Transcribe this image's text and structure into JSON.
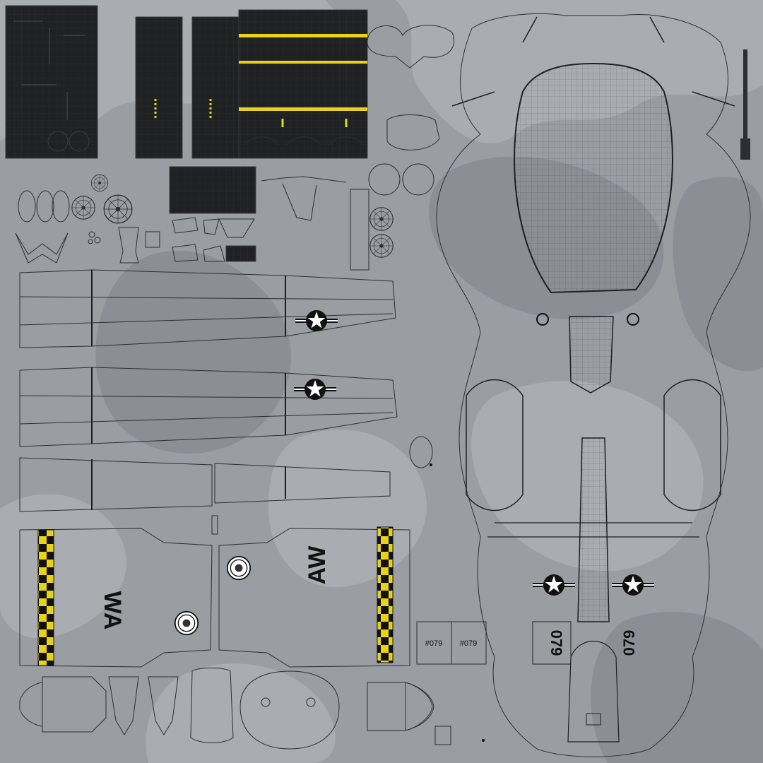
{
  "texture": {
    "colors": {
      "camo_light": "#a9adb1",
      "camo_mid": "#9a9ea3",
      "camo_dark": "#8b8f95",
      "wire": "#2b2e33",
      "dark_panel": "#1f2123",
      "yellow": "#e8d21a",
      "black": "#111111"
    },
    "labels": {
      "tail_code_left": "WA",
      "tail_code_right": "AW",
      "serial_tag_1": "#079",
      "serial_tag_2": "#079",
      "fuselage_serial_left": "079",
      "fuselage_serial_right": "079"
    },
    "icons": [
      "roundel-star-icon",
      "squadron-seal-icon",
      "wheel-icon",
      "propeller-spinner-icon"
    ]
  }
}
